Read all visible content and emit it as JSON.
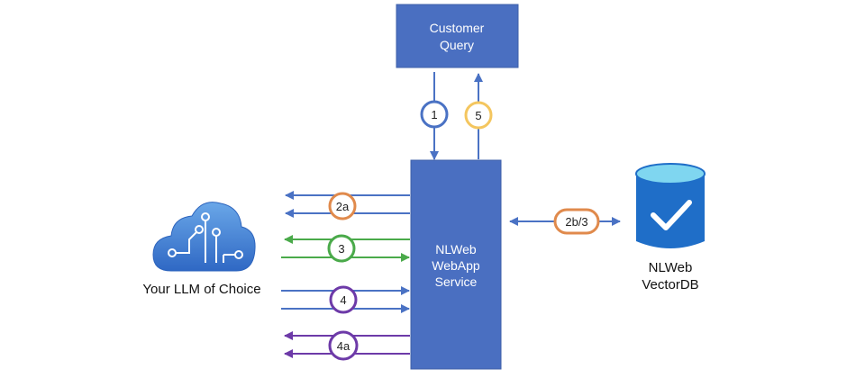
{
  "customer_query": {
    "line1": "Customer",
    "line2": "Query"
  },
  "service": {
    "line1": "NLWeb",
    "line2": "WebApp",
    "line3": "Service"
  },
  "llm": {
    "label": "Your LLM of Choice"
  },
  "vectordb": {
    "line1": "NLWeb",
    "line2": "VectorDB"
  },
  "steps": {
    "s1": "1",
    "s5": "5",
    "s2a": "2a",
    "s3": "3",
    "s4": "4",
    "s4a": "4a",
    "s2b3": "2b/3"
  },
  "colors": {
    "box": "#4a6fc1",
    "blue": "#4a72c4",
    "green": "#4aaa4a",
    "purple": "#6d3aa8",
    "orange": "#e08a4c",
    "yellow": "#f4c65f",
    "db_top": "#7fd6f0",
    "db_body": "#1f6ec8"
  }
}
